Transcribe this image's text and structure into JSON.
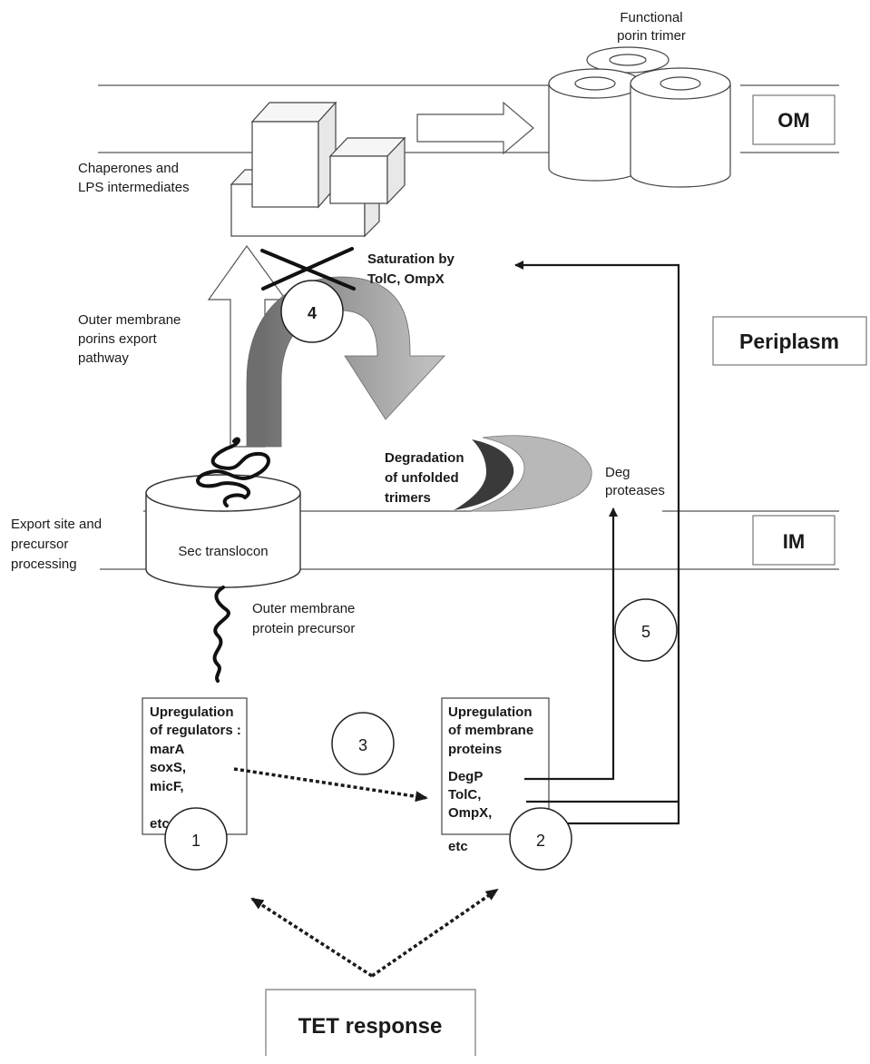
{
  "compartments": {
    "om": "OM",
    "periplasm": "Periplasm",
    "im": "IM"
  },
  "labels": {
    "functional_porin": [
      "Functional",
      "porin trimer"
    ],
    "chaperones": [
      "Chaperones and",
      "LPS intermediates"
    ],
    "saturation": [
      "Saturation by",
      "TolC, OmpX"
    ],
    "export_pathway": [
      "Outer membrane",
      "porins export",
      "pathway"
    ],
    "degradation": [
      "Degradation",
      "of unfolded",
      "trimers"
    ],
    "deg_proteases": [
      "Deg",
      "proteases"
    ],
    "export_site": [
      "Export site and",
      "precursor",
      "processing"
    ],
    "sec_translocon": "Sec translocon",
    "precursor": [
      "Outer membrane",
      "protein precursor"
    ]
  },
  "regulators_box": [
    "Upregulation",
    "of regulators :",
    "marA",
    "soxS,",
    "micF,",
    "",
    "etc"
  ],
  "membrane_box": [
    "Upregulation",
    "of membrane",
    "proteins",
    "DegP",
    "TolC,",
    "OmpX,",
    "",
    "etc"
  ],
  "steps": {
    "one": "1",
    "two": "2",
    "three": "3",
    "four": "4",
    "five": "5"
  },
  "tet_response": "TET response"
}
